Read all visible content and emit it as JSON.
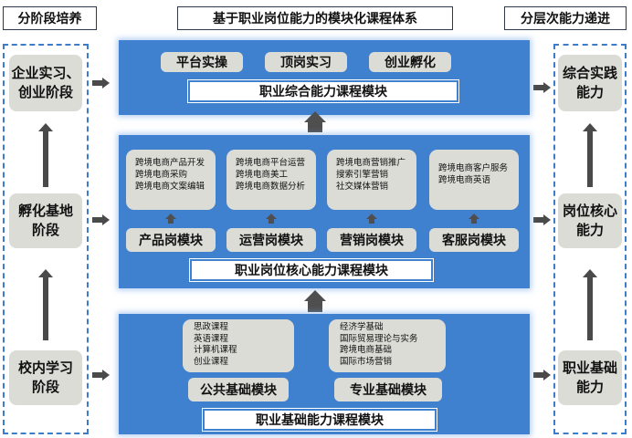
{
  "headers": {
    "left": "分阶段培养",
    "center": "基于职业岗位能力的模块化课程体系",
    "right": "分层次能力递进"
  },
  "left_stages": [
    "企业实习、\n创业阶段",
    "孵化基地\n阶段",
    "校内学习\n阶段"
  ],
  "right_abilities": [
    "综合实践\n能力",
    "岗位核心\n能力",
    "职业基础\n能力"
  ],
  "top_module": {
    "items": [
      "平台实操",
      "顶岗实习",
      "创业孵化"
    ],
    "title": "职业综合能力课程模块"
  },
  "middle_module": {
    "groups": [
      {
        "lines": [
          "跨境电商产品开发",
          "跨境电商采购",
          "跨境电商文案编辑"
        ],
        "label": "产品岗模块"
      },
      {
        "lines": [
          "跨境电商平台运营",
          "跨境电商美工",
          "跨境电商数据分析"
        ],
        "label": "运营岗模块"
      },
      {
        "lines": [
          "跨境电商营销推广",
          "搜索引擎营销",
          "社交媒体营销"
        ],
        "label": "营销岗模块"
      },
      {
        "lines": [
          "跨境电商客户服务",
          "跨境电商英语"
        ],
        "label": "客服岗模块"
      }
    ],
    "title": "职业岗位核心能力课程模块"
  },
  "bottom_module": {
    "groups": [
      {
        "lines": [
          "思政课程",
          "英语课程",
          "计算机课程",
          "创业课程"
        ],
        "label": "公共基础模块"
      },
      {
        "lines": [
          "经济学基础",
          "国际贸易理论与实务",
          "跨境电商基础",
          "国际市场营销"
        ],
        "label": "专业基础模块"
      }
    ],
    "title": "职业基础能力课程模块"
  },
  "colors": {
    "panel_blue": "#3f80cf",
    "box_gray": "#dcdcd6",
    "dashed_border": "#3d7cc9",
    "arrow_gray": "#4a4a4a"
  }
}
